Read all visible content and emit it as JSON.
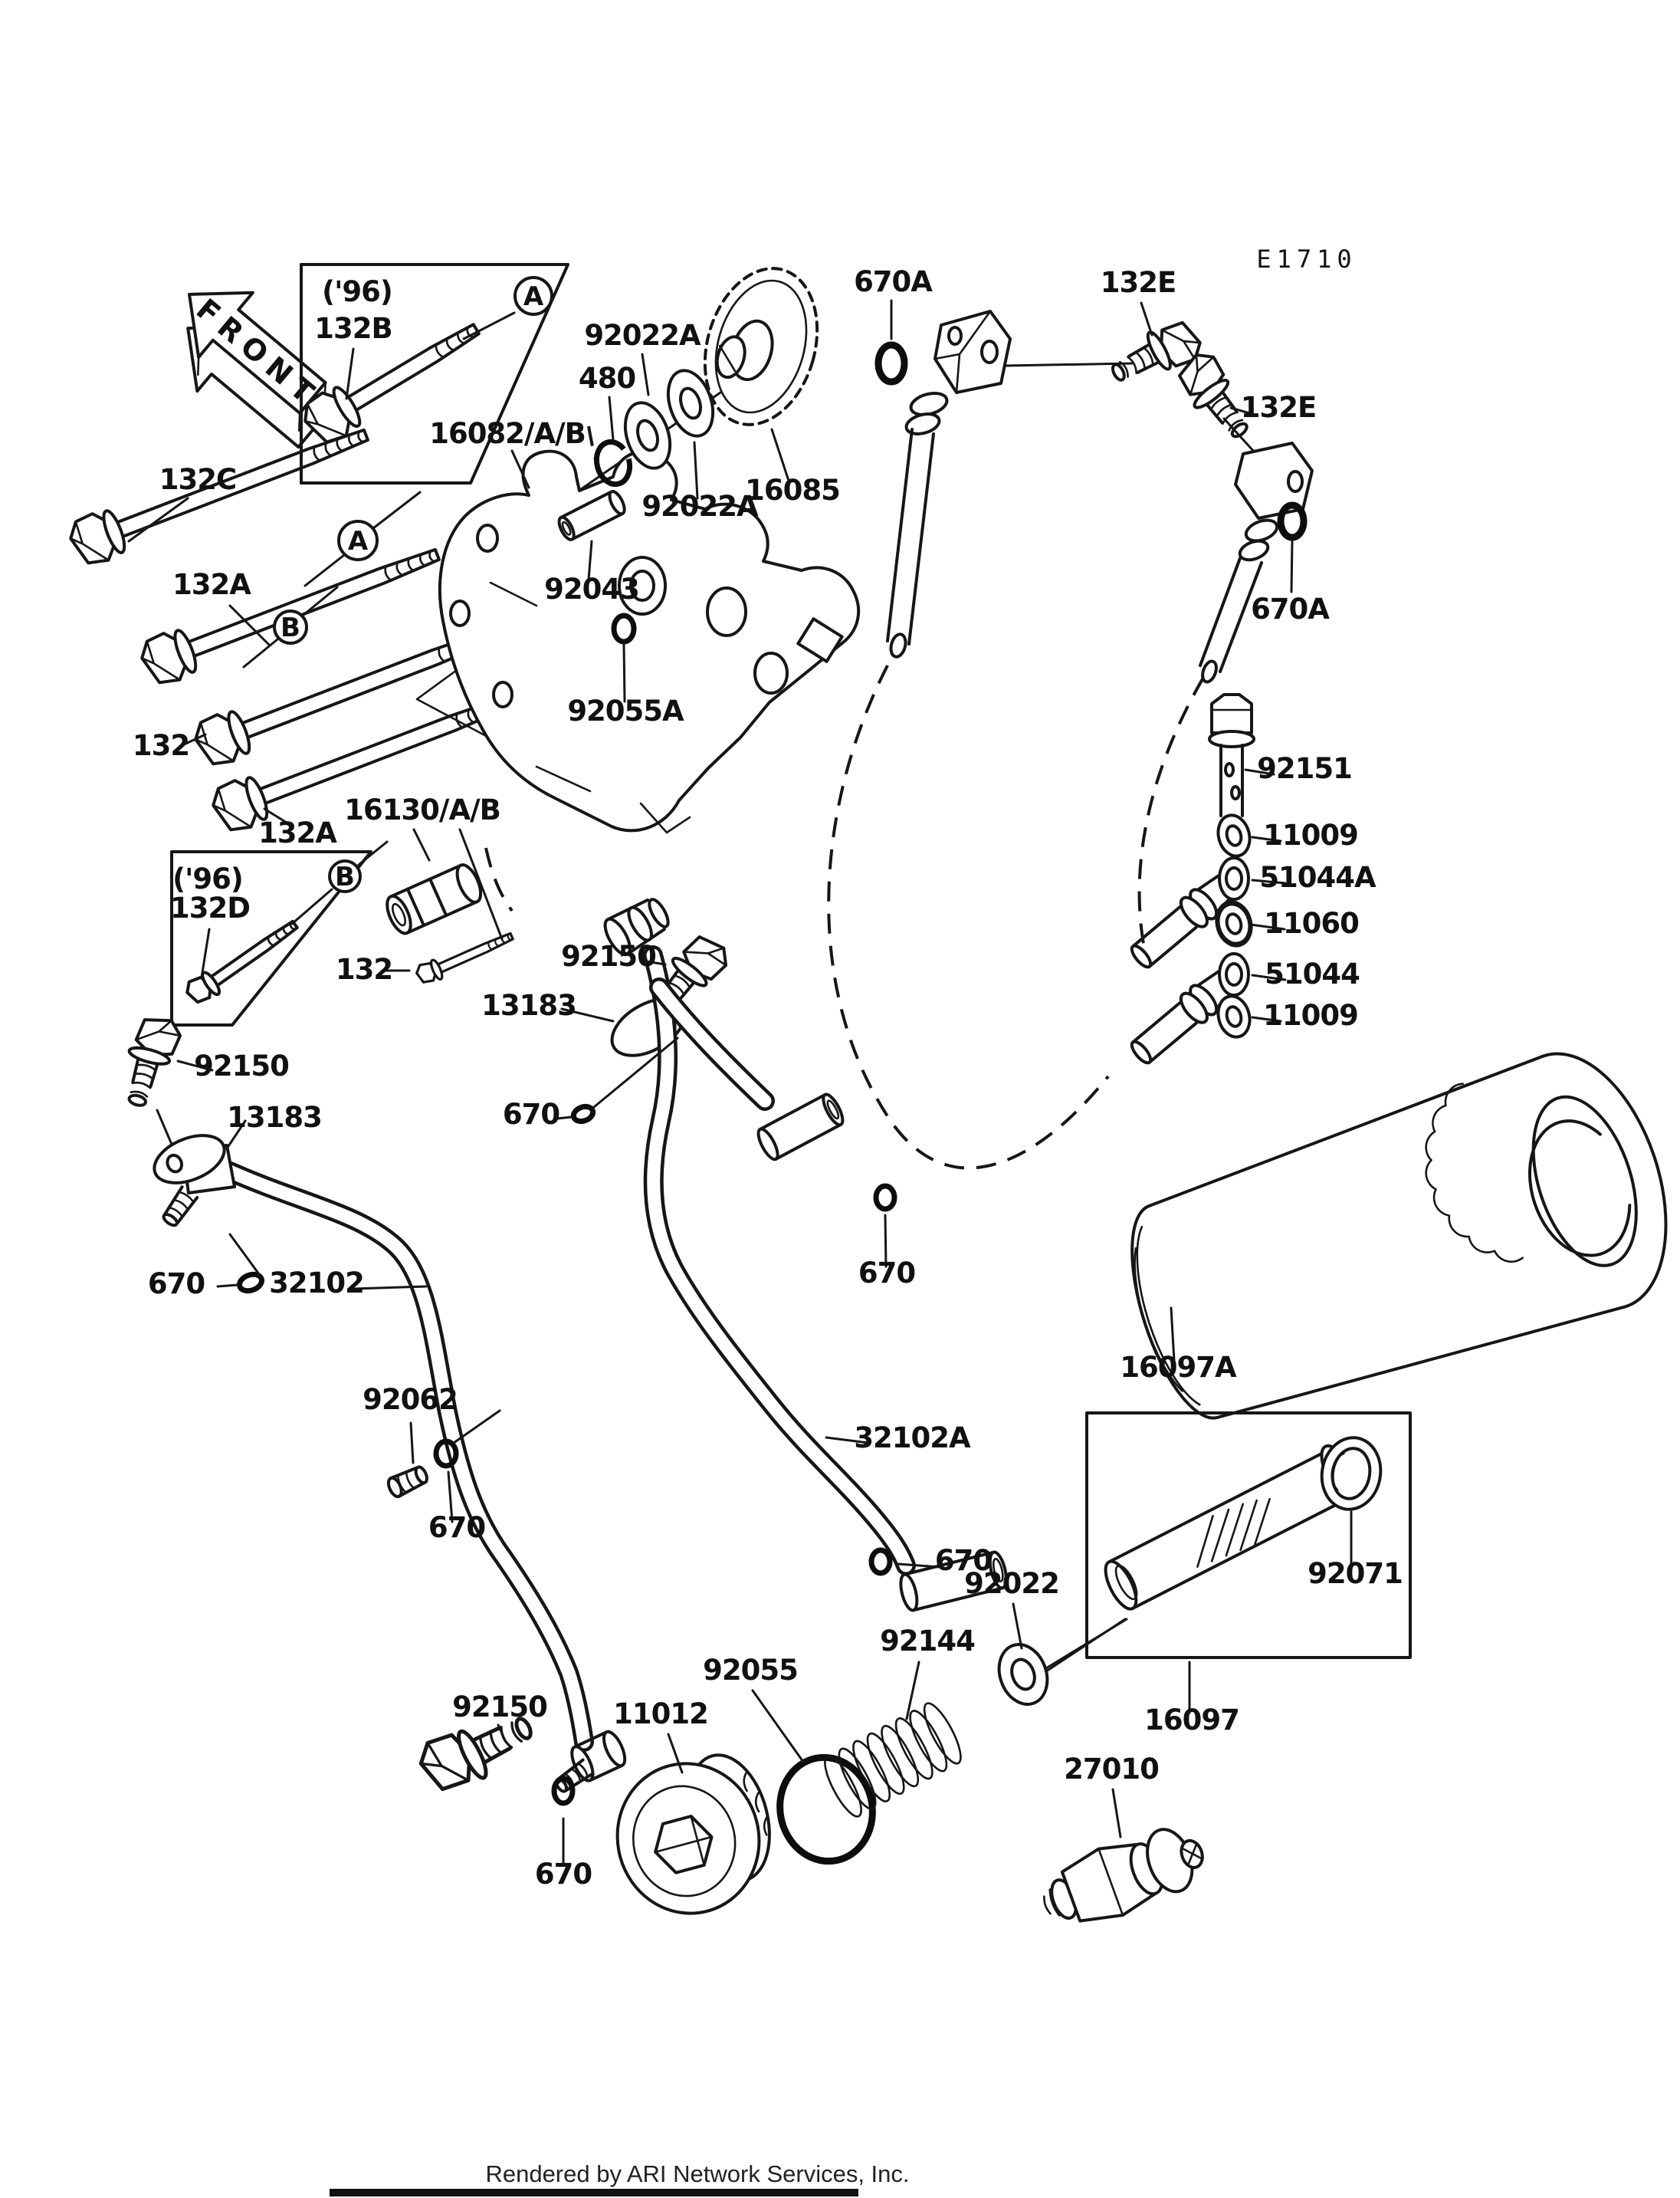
{
  "figure": {
    "code": "E1710",
    "direction_label": "FRONT",
    "year_note": "('96)",
    "footer": "Rendered by ARI Network Services, Inc."
  },
  "callout_letters": {
    "A": "A",
    "B": "B"
  },
  "labels": {
    "p132": "132",
    "p132a": "132A",
    "p132b": "132B",
    "p132c": "132C",
    "p132d": "132D",
    "p132e": "132E",
    "p480": "480",
    "p670": "670",
    "p670a": "670A",
    "p11009": "11009",
    "p11012": "11012",
    "p11060": "11060",
    "p13183": "13183",
    "p16082": "16082/A/B",
    "p16085": "16085",
    "p16097": "16097",
    "p16097a": "16097A",
    "p16130": "16130/A/B",
    "p27010": "27010",
    "p32102": "32102",
    "p32102a": "32102A",
    "p51044": "51044",
    "p51044a": "51044A",
    "p92022": "92022",
    "p92022a": "92022A",
    "p92043": "92043",
    "p92055": "92055",
    "p92055a": "92055A",
    "p92062": "92062",
    "p92071": "92071",
    "p92144": "92144",
    "p92150": "92150",
    "p92151": "92151"
  },
  "colors": {
    "line": "#161616",
    "background": "#ffffff"
  }
}
